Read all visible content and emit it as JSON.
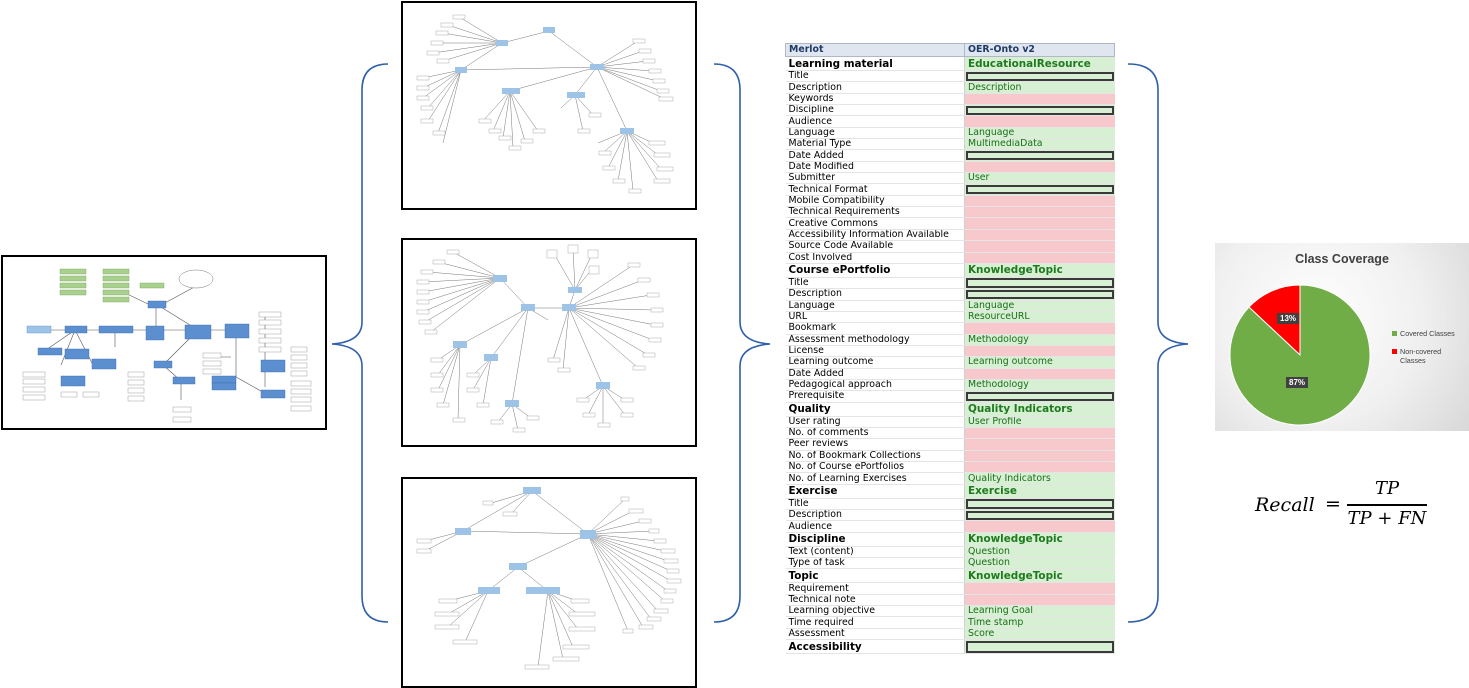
{
  "table": {
    "header": [
      "Merlot",
      "OER-Onto v2"
    ],
    "rows": [
      {
        "left": "Learning material",
        "right": "EducationalResource",
        "group": true,
        "style": "green"
      },
      {
        "left": "Title",
        "right": "",
        "style": "box"
      },
      {
        "left": "Description",
        "right": "Description",
        "style": "green"
      },
      {
        "left": "Keywords",
        "right": "",
        "style": "red"
      },
      {
        "left": "Discipline",
        "right": "",
        "style": "box"
      },
      {
        "left": "Audience",
        "right": "",
        "style": "red"
      },
      {
        "left": "Language",
        "right": "Language",
        "style": "green"
      },
      {
        "left": "Material Type",
        "right": "MultimediaData",
        "style": "green"
      },
      {
        "left": "Date Added",
        "right": "",
        "style": "box"
      },
      {
        "left": "Date Modified",
        "right": "",
        "style": "red"
      },
      {
        "left": "Submitter",
        "right": "User",
        "style": "green"
      },
      {
        "left": "Technical Format",
        "right": "",
        "style": "box"
      },
      {
        "left": "Mobile Compatibility",
        "right": "",
        "style": "red"
      },
      {
        "left": "Technical Requirements",
        "right": "",
        "style": "red"
      },
      {
        "left": "Creative Commons",
        "right": "",
        "style": "red"
      },
      {
        "left": "Accessibility Information Available",
        "right": "",
        "style": "red"
      },
      {
        "left": "Source Code Available",
        "right": "",
        "style": "red"
      },
      {
        "left": "Cost Involved",
        "right": "",
        "style": "red"
      },
      {
        "left": "Course ePortfolio",
        "right": "KnowledgeTopic",
        "group": true,
        "style": "green"
      },
      {
        "left": "Title",
        "right": "",
        "style": "box"
      },
      {
        "left": "Description",
        "right": "",
        "style": "box"
      },
      {
        "left": "Language",
        "right": "Language",
        "style": "green"
      },
      {
        "left": "URL",
        "right": "ResourceURL",
        "style": "green"
      },
      {
        "left": "Bookmark",
        "right": "",
        "style": "red"
      },
      {
        "left": "Assessment methodology",
        "right": "Methodology",
        "style": "green"
      },
      {
        "left": "License",
        "right": "",
        "style": "red"
      },
      {
        "left": "Learning outcome",
        "right": "Learning outcome",
        "style": "green"
      },
      {
        "left": "Date Added",
        "right": "",
        "style": "red"
      },
      {
        "left": "Pedagogical approach",
        "right": "Methodology",
        "style": "green"
      },
      {
        "left": "Prerequisite",
        "right": "",
        "style": "box"
      },
      {
        "left": "Quality",
        "right": "Quality Indicators",
        "group": true,
        "style": "green"
      },
      {
        "left": "User rating",
        "right": "User Profile",
        "style": "green"
      },
      {
        "left": "No. of comments",
        "right": "",
        "style": "red"
      },
      {
        "left": "Peer reviews",
        "right": "",
        "style": "red"
      },
      {
        "left": "No. of Bookmark Collections",
        "right": "",
        "style": "red"
      },
      {
        "left": "No. of Course ePortfolios",
        "right": "",
        "style": "red"
      },
      {
        "left": "No. of Learning Exercises",
        "right": "Quality Indicators",
        "style": "green"
      },
      {
        "left": "Exercise",
        "right": "Exercise",
        "group": true,
        "style": "green"
      },
      {
        "left": "Title",
        "right": "",
        "style": "box"
      },
      {
        "left": "Description",
        "right": "",
        "style": "box"
      },
      {
        "left": "Audience",
        "right": "",
        "style": "red"
      },
      {
        "left": "Discipline",
        "right": "KnowledgeTopic",
        "group": true,
        "style": "green"
      },
      {
        "left": "Text (content)",
        "right": "Question",
        "style": "green"
      },
      {
        "left": "Type of task",
        "right": "Question",
        "style": "green"
      },
      {
        "left": "Topic",
        "right": "KnowledgeTopic",
        "group": true,
        "style": "green"
      },
      {
        "left": "Requirement",
        "right": "",
        "style": "red"
      },
      {
        "left": "Technical note",
        "right": "",
        "style": "red"
      },
      {
        "left": "Learning objective",
        "right": "Learning Goal",
        "style": "green"
      },
      {
        "left": "Time required",
        "right": "Time stamp",
        "style": "green"
      },
      {
        "left": "Assessment",
        "right": "Score",
        "style": "green"
      },
      {
        "left": "Accessibility",
        "right": "",
        "group": true,
        "style": "box"
      }
    ]
  },
  "chart_data": {
    "type": "pie",
    "title": "Class Coverage",
    "categories": [
      "Covered Classes",
      "Non-covered Classes"
    ],
    "values": [
      87,
      13
    ],
    "labels": [
      "87%",
      "13%"
    ],
    "colors": [
      "#70ad47",
      "#ff0000"
    ],
    "legend_position": "right"
  },
  "formula": {
    "lhs": "Recall",
    "equals": "=",
    "numerator": "TP",
    "denominator": "TP + FN"
  },
  "colors": {
    "bracket": "#2e5fa8",
    "node_dark": "#5b8fd0",
    "node_light": "#9dc3e6",
    "node_green": "#a9d18e"
  }
}
